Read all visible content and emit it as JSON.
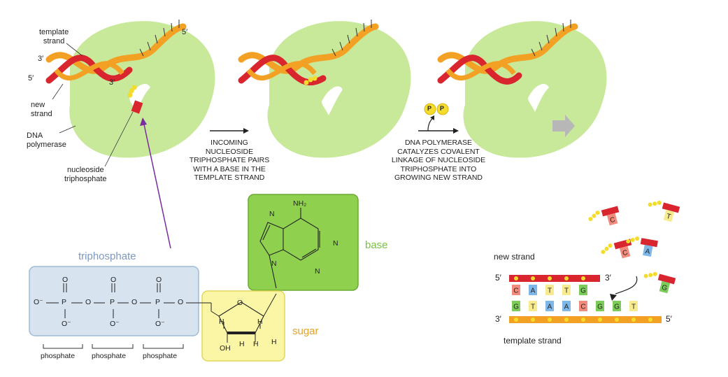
{
  "process": {
    "left_labels": {
      "template_strand": [
        "template",
        "strand"
      ],
      "five_prime_top": "5′",
      "three_prime_a": "3′",
      "five_prime_b": "5′",
      "three_prime_c": "3′",
      "new_strand": [
        "new",
        "strand"
      ],
      "dna_polymerase": [
        "DNA",
        "polymerase"
      ],
      "nucleoside_triphosphate": [
        "nucleoside",
        "triphosphate"
      ]
    },
    "step1_caption": [
      "INCOMING",
      "NUCLEOSIDE",
      "TRIPHOSPHATE PAIRS",
      "WITH A BASE IN THE",
      "TEMPLATE STRAND"
    ],
    "step2_caption": [
      "DNA POLYMERASE",
      "CATALYZES COVALENT",
      "LINKAGE OF NUCLEOSIDE",
      "TRIPHOSPHATE INTO",
      "GROWING NEW STRAND"
    ],
    "pp_label": "P"
  },
  "molecule": {
    "triphosphate_title": "triphosphate",
    "phosphate_labels": [
      "phosphate",
      "phosphate",
      "phosphate"
    ],
    "base_title": "base",
    "sugar_title": "sugar",
    "nh2": "NH₂",
    "oh": "OH",
    "atoms": {
      "o": "O",
      "n": "N",
      "h": "H",
      "p": "P",
      "o_minus": "O⁻"
    }
  },
  "strands": {
    "new_strand": "new strand",
    "template_strand": "template strand",
    "five_prime": "5′",
    "three_prime": "3′",
    "new_bases": [
      "C",
      "A",
      "T",
      "T",
      "G"
    ],
    "template_bases": [
      "G",
      "T",
      "A",
      "A",
      "C",
      "G",
      "G",
      "T"
    ],
    "incoming_bases": [
      "C",
      "T",
      "C",
      "A",
      "G"
    ]
  },
  "colors": {
    "polymerase": "#c8e89a",
    "orange_strand": "#f3a124",
    "red_strand": "#d8252e",
    "triphosphate_box": "#d7e3ef",
    "base_box": "#8fd14f",
    "sugar_box": "#fbf6a6",
    "arrow_purple": "#7a2c9e",
    "phosphate_yellow": "#f4dc2c"
  }
}
